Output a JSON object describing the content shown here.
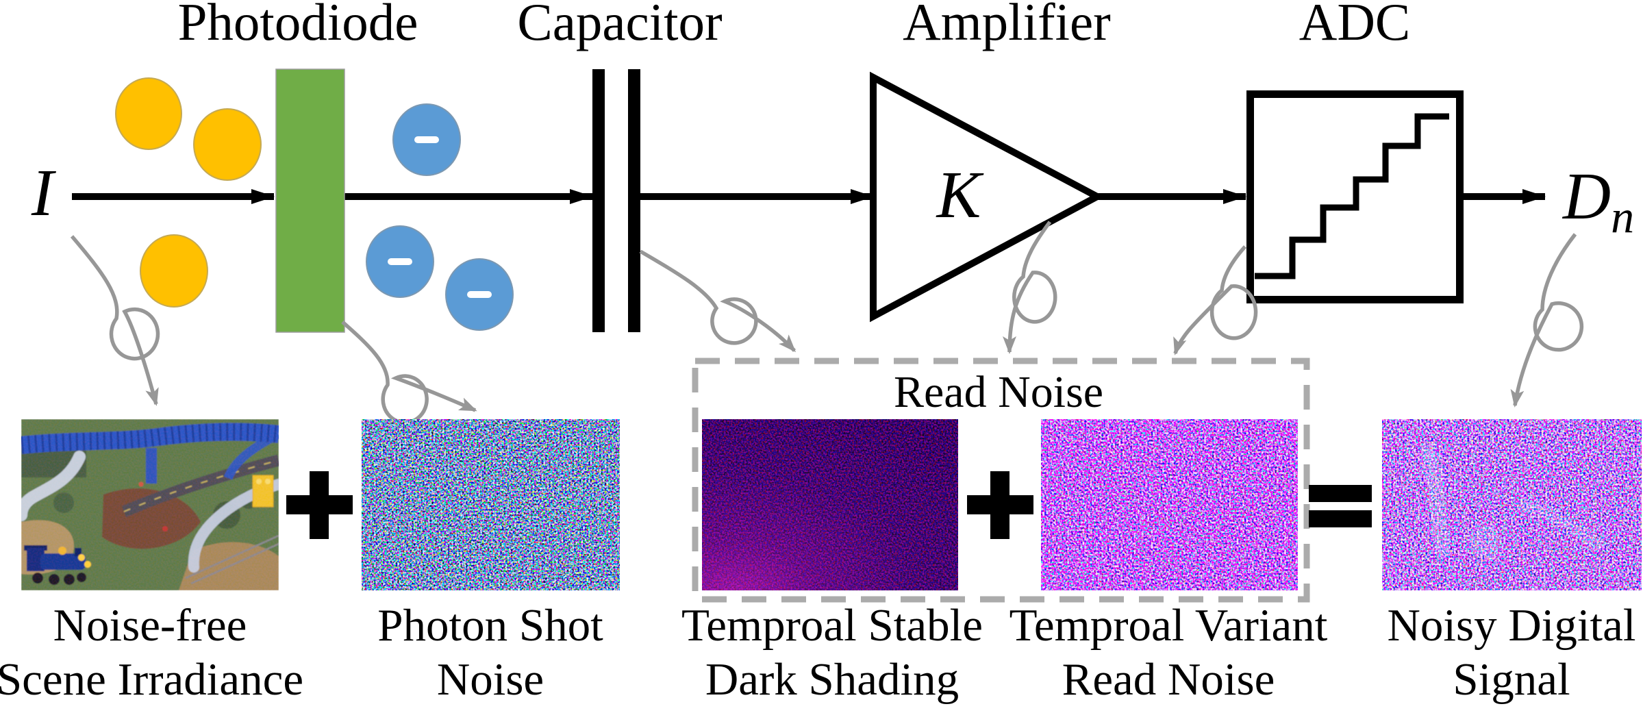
{
  "diagram": {
    "stages": [
      "Photodiode",
      "Capacitor",
      "Amplifier",
      "ADC"
    ],
    "symbols": {
      "input": "I",
      "gain": "K",
      "output_base": "D",
      "output_sub": "n",
      "electron": "-"
    },
    "read_noise_label": "Read Noise",
    "operators": [
      "+",
      "+",
      "="
    ],
    "captions": [
      {
        "line1": "Noise-free",
        "line2": "Scene Irradiance"
      },
      {
        "line1": "Photon Shot",
        "line2": "Noise"
      },
      {
        "line1": "Temproal Stable",
        "line2": "Dark Shading"
      },
      {
        "line1": "Temproal Variant",
        "line2": "Read Noise"
      },
      {
        "line1": "Noisy Digital",
        "line2": "Signal"
      }
    ],
    "colors": {
      "photon": "#FFC000",
      "photodiode": "#70AD47",
      "electron": "#5B9BD5",
      "signal": "#000000",
      "annotation": "#999999",
      "dashed_box": "#ABABAB"
    }
  }
}
